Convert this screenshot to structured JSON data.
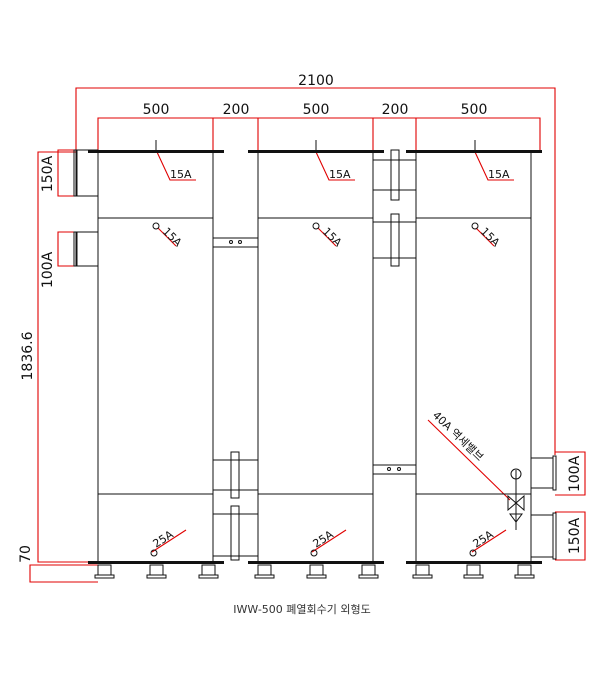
{
  "dimensions": {
    "overall_width": "2100",
    "tank_width": "500",
    "gap": "200",
    "height": "1836.6",
    "base": "70",
    "nozzle_top": "150A",
    "nozzle_upper": "100A",
    "nozzle_right_lower": "100A",
    "nozzle_right_bottom": "150A"
  },
  "callouts": {
    "top_vent": "15A",
    "side_port": "15A",
    "drain": "25A",
    "valve": "40A 역세밸브"
  },
  "caption": "IWW-500 폐열회수기 외형도",
  "colors": {
    "dimension": "#e00000",
    "outline": "#111111"
  }
}
